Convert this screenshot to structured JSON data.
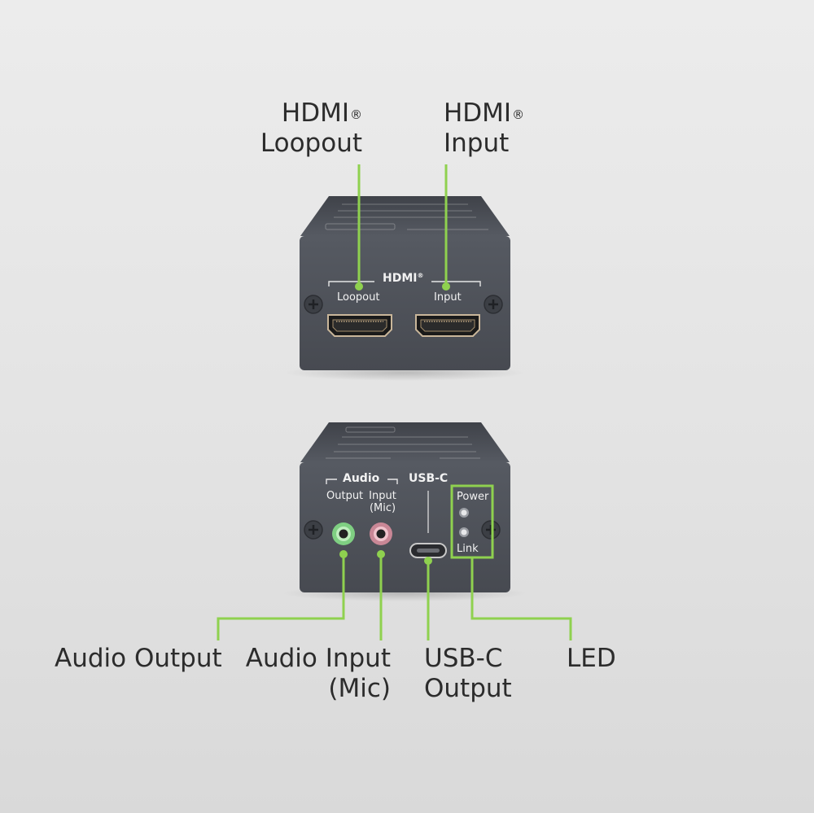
{
  "callouts": {
    "hdmi_loopout": {
      "line1": "HDMI",
      "mark": "®",
      "line2": "Loopout"
    },
    "hdmi_input": {
      "line1": "HDMI",
      "mark": "®",
      "line2": "Input"
    },
    "audio_output": "Audio Output",
    "audio_input": {
      "line1": "Audio Input",
      "line2": "(Mic)"
    },
    "usbc_output": {
      "line1": "USB-C",
      "line2": "Output"
    },
    "led": "LED"
  },
  "device_front": {
    "group_label": "HDMI",
    "group_mark": "®",
    "port_loopout": "Loopout",
    "port_input": "Input"
  },
  "device_back": {
    "audio_group": "Audio",
    "usbc_group": "USB-C",
    "audio_output": "Output",
    "audio_input": {
      "line1": "Input",
      "line2": "(Mic)"
    },
    "led_power": "Power",
    "led_link": "Link"
  },
  "colors": {
    "accent_green": "#8fd14f",
    "device_body": "#50545c",
    "audio_out_jack": "#8fd98f",
    "audio_in_jack": "#d99aa6",
    "text_dark": "#2c2c2c"
  }
}
